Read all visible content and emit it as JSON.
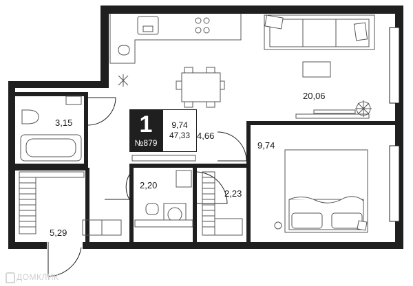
{
  "apartment": {
    "rooms": "1",
    "number": "№879",
    "living_area": "9,74",
    "total_area": "47,33"
  },
  "rooms": {
    "living_kitchen": "20,06",
    "bedroom": "9,74",
    "hallway": "4,66",
    "bathroom": "3,15",
    "toilet": "2,20",
    "wardrobe": "2,23",
    "storage": "5,29"
  },
  "watermark": "ДОМКЛИК"
}
